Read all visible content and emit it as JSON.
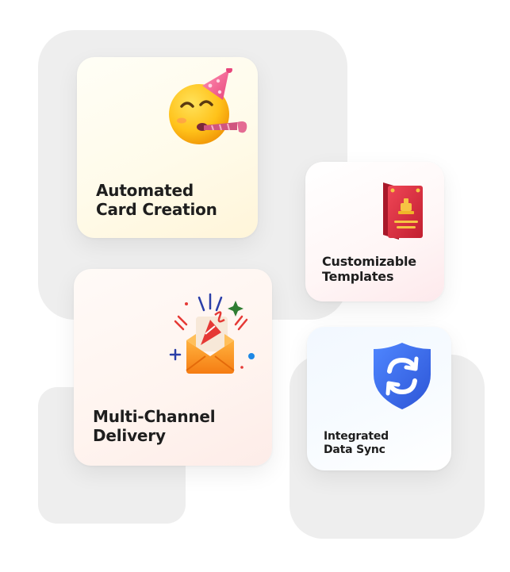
{
  "cards": [
    {
      "title_lines": [
        "Automated",
        "Card Creation"
      ],
      "icon": "party-face-icon"
    },
    {
      "title_lines": [
        "Customizable",
        "Templates"
      ],
      "icon": "greeting-card-icon"
    },
    {
      "title_lines": [
        "Multi-Channel",
        "Delivery"
      ],
      "icon": "celebration-envelope-icon"
    },
    {
      "title_lines": [
        "Integrated",
        "Data Sync"
      ],
      "icon": "sync-shield-icon"
    }
  ],
  "colors": {
    "blob": "#eeeeee",
    "text": "#1e1e1e",
    "shield": "#3b6cf0",
    "card_red": "#d92b3a",
    "gold": "#f0b429"
  }
}
